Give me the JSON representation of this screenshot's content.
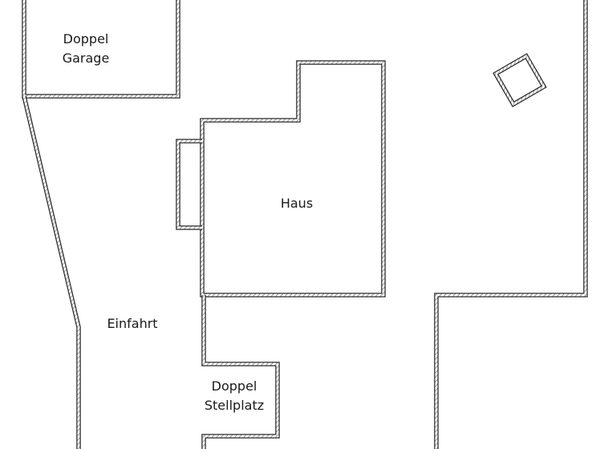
{
  "rooms": {
    "garage": {
      "line1": "Doppel",
      "line2": "Garage"
    },
    "haus": {
      "label": "Haus"
    },
    "einfahrt": {
      "label": "Einfahrt"
    },
    "stellplatz": {
      "line1": "Doppel",
      "line2": "Stellplatz"
    }
  },
  "colors": {
    "wall": "#2b2b2b",
    "hatch": "#9a9a9a",
    "background": "#ffffff",
    "text": "#1a1a1a"
  }
}
